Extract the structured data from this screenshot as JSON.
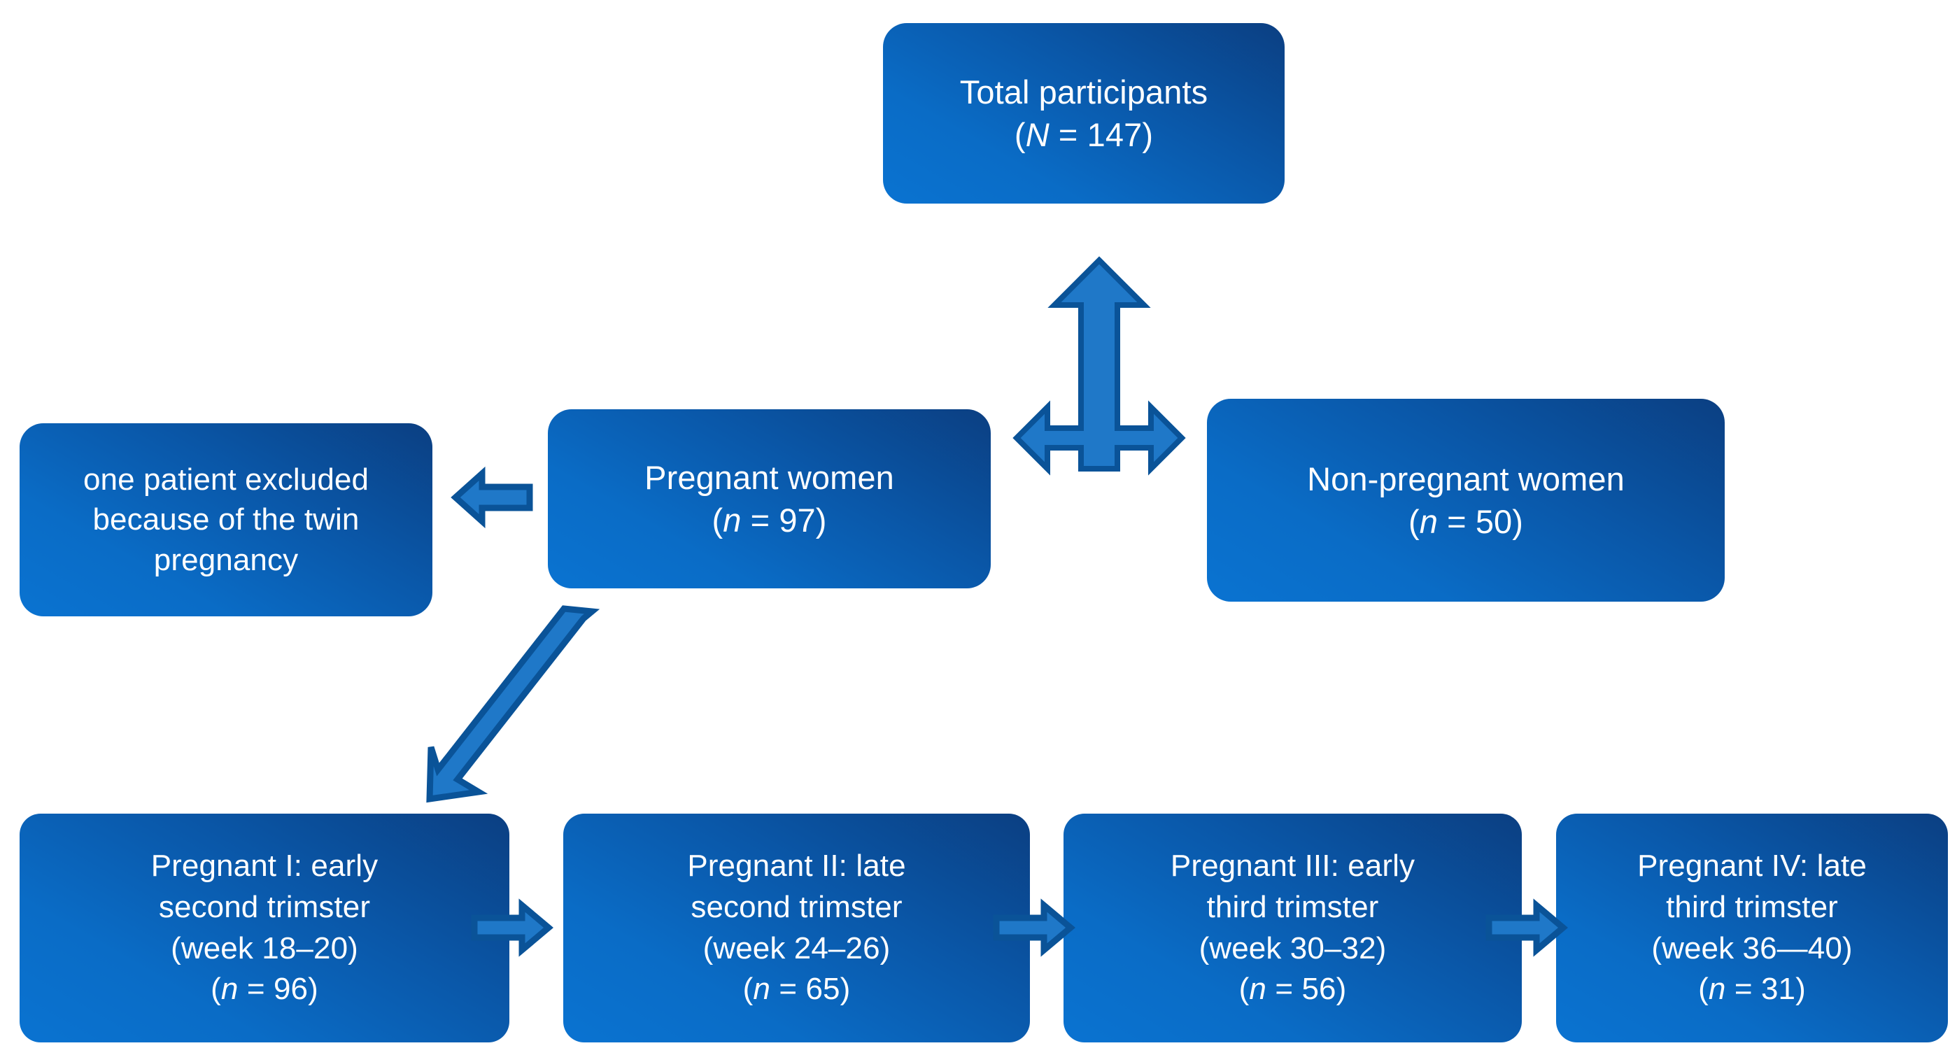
{
  "diagram": {
    "title": "Study participant flow diagram",
    "colors": {
      "box_gradient_light": "#0a73d1",
      "box_gradient_dark": "#0b3f82",
      "arrow_fill": "#1f78c8",
      "arrow_stroke": "#0a5398",
      "text": "#ffffff",
      "background": "#ffffff"
    },
    "nodes": {
      "total": {
        "line1": "Total participants",
        "line2_open": "(",
        "line2_symbol": "N",
        "line2_rest": " = 147)"
      },
      "pregnant": {
        "line1": "Pregnant women",
        "line2_open": "(",
        "line2_symbol": "n",
        "line2_rest": " = 97)"
      },
      "nonpregnant": {
        "line1": "Non-pregnant women",
        "line2_open": "(",
        "line2_symbol": "n",
        "line2_rest": " = 50)"
      },
      "excluded": {
        "line1": "one patient excluded",
        "line2": "because of the twin",
        "line3": "pregnancy"
      },
      "trimesters": [
        {
          "line1": "Pregnant I: early",
          "line2": "second trimster",
          "line3": "(week 18–20)",
          "n_open": "(",
          "n_symbol": "n",
          "n_rest": " = 96)"
        },
        {
          "line1": "Pregnant II: late",
          "line2": "second trimster",
          "line3": "(week 24–26)",
          "n_open": "(",
          "n_symbol": "n",
          "n_rest": " = 65)"
        },
        {
          "line1": "Pregnant III: early",
          "line2": "third trimster",
          "line3": "(week 30–32)",
          "n_open": "(",
          "n_symbol": "n",
          "n_rest": " = 56)"
        },
        {
          "line1": "Pregnant IV: late",
          "line2": "third trimster",
          "line3": "(week 36—40)",
          "n_open": "(",
          "n_symbol": "n",
          "n_rest": " = 31)"
        }
      ]
    },
    "arrows": [
      {
        "name": "three-way-arrow",
        "description": "up-left-right T arrow linking Pregnant women, Non-pregnant women and Total participants"
      },
      {
        "name": "left-arrow-to-excluded",
        "description": "Pregnant women to exclusion note"
      },
      {
        "name": "diagonal-arrow-to-trimesters",
        "description": "Pregnant women down-left to trimester groups"
      },
      {
        "name": "right-arrow-p1-p2",
        "description": "Pregnant I to Pregnant II"
      },
      {
        "name": "right-arrow-p2-p3",
        "description": "Pregnant II to Pregnant III"
      },
      {
        "name": "right-arrow-p3-p4",
        "description": "Pregnant III to Pregnant IV"
      }
    ]
  }
}
